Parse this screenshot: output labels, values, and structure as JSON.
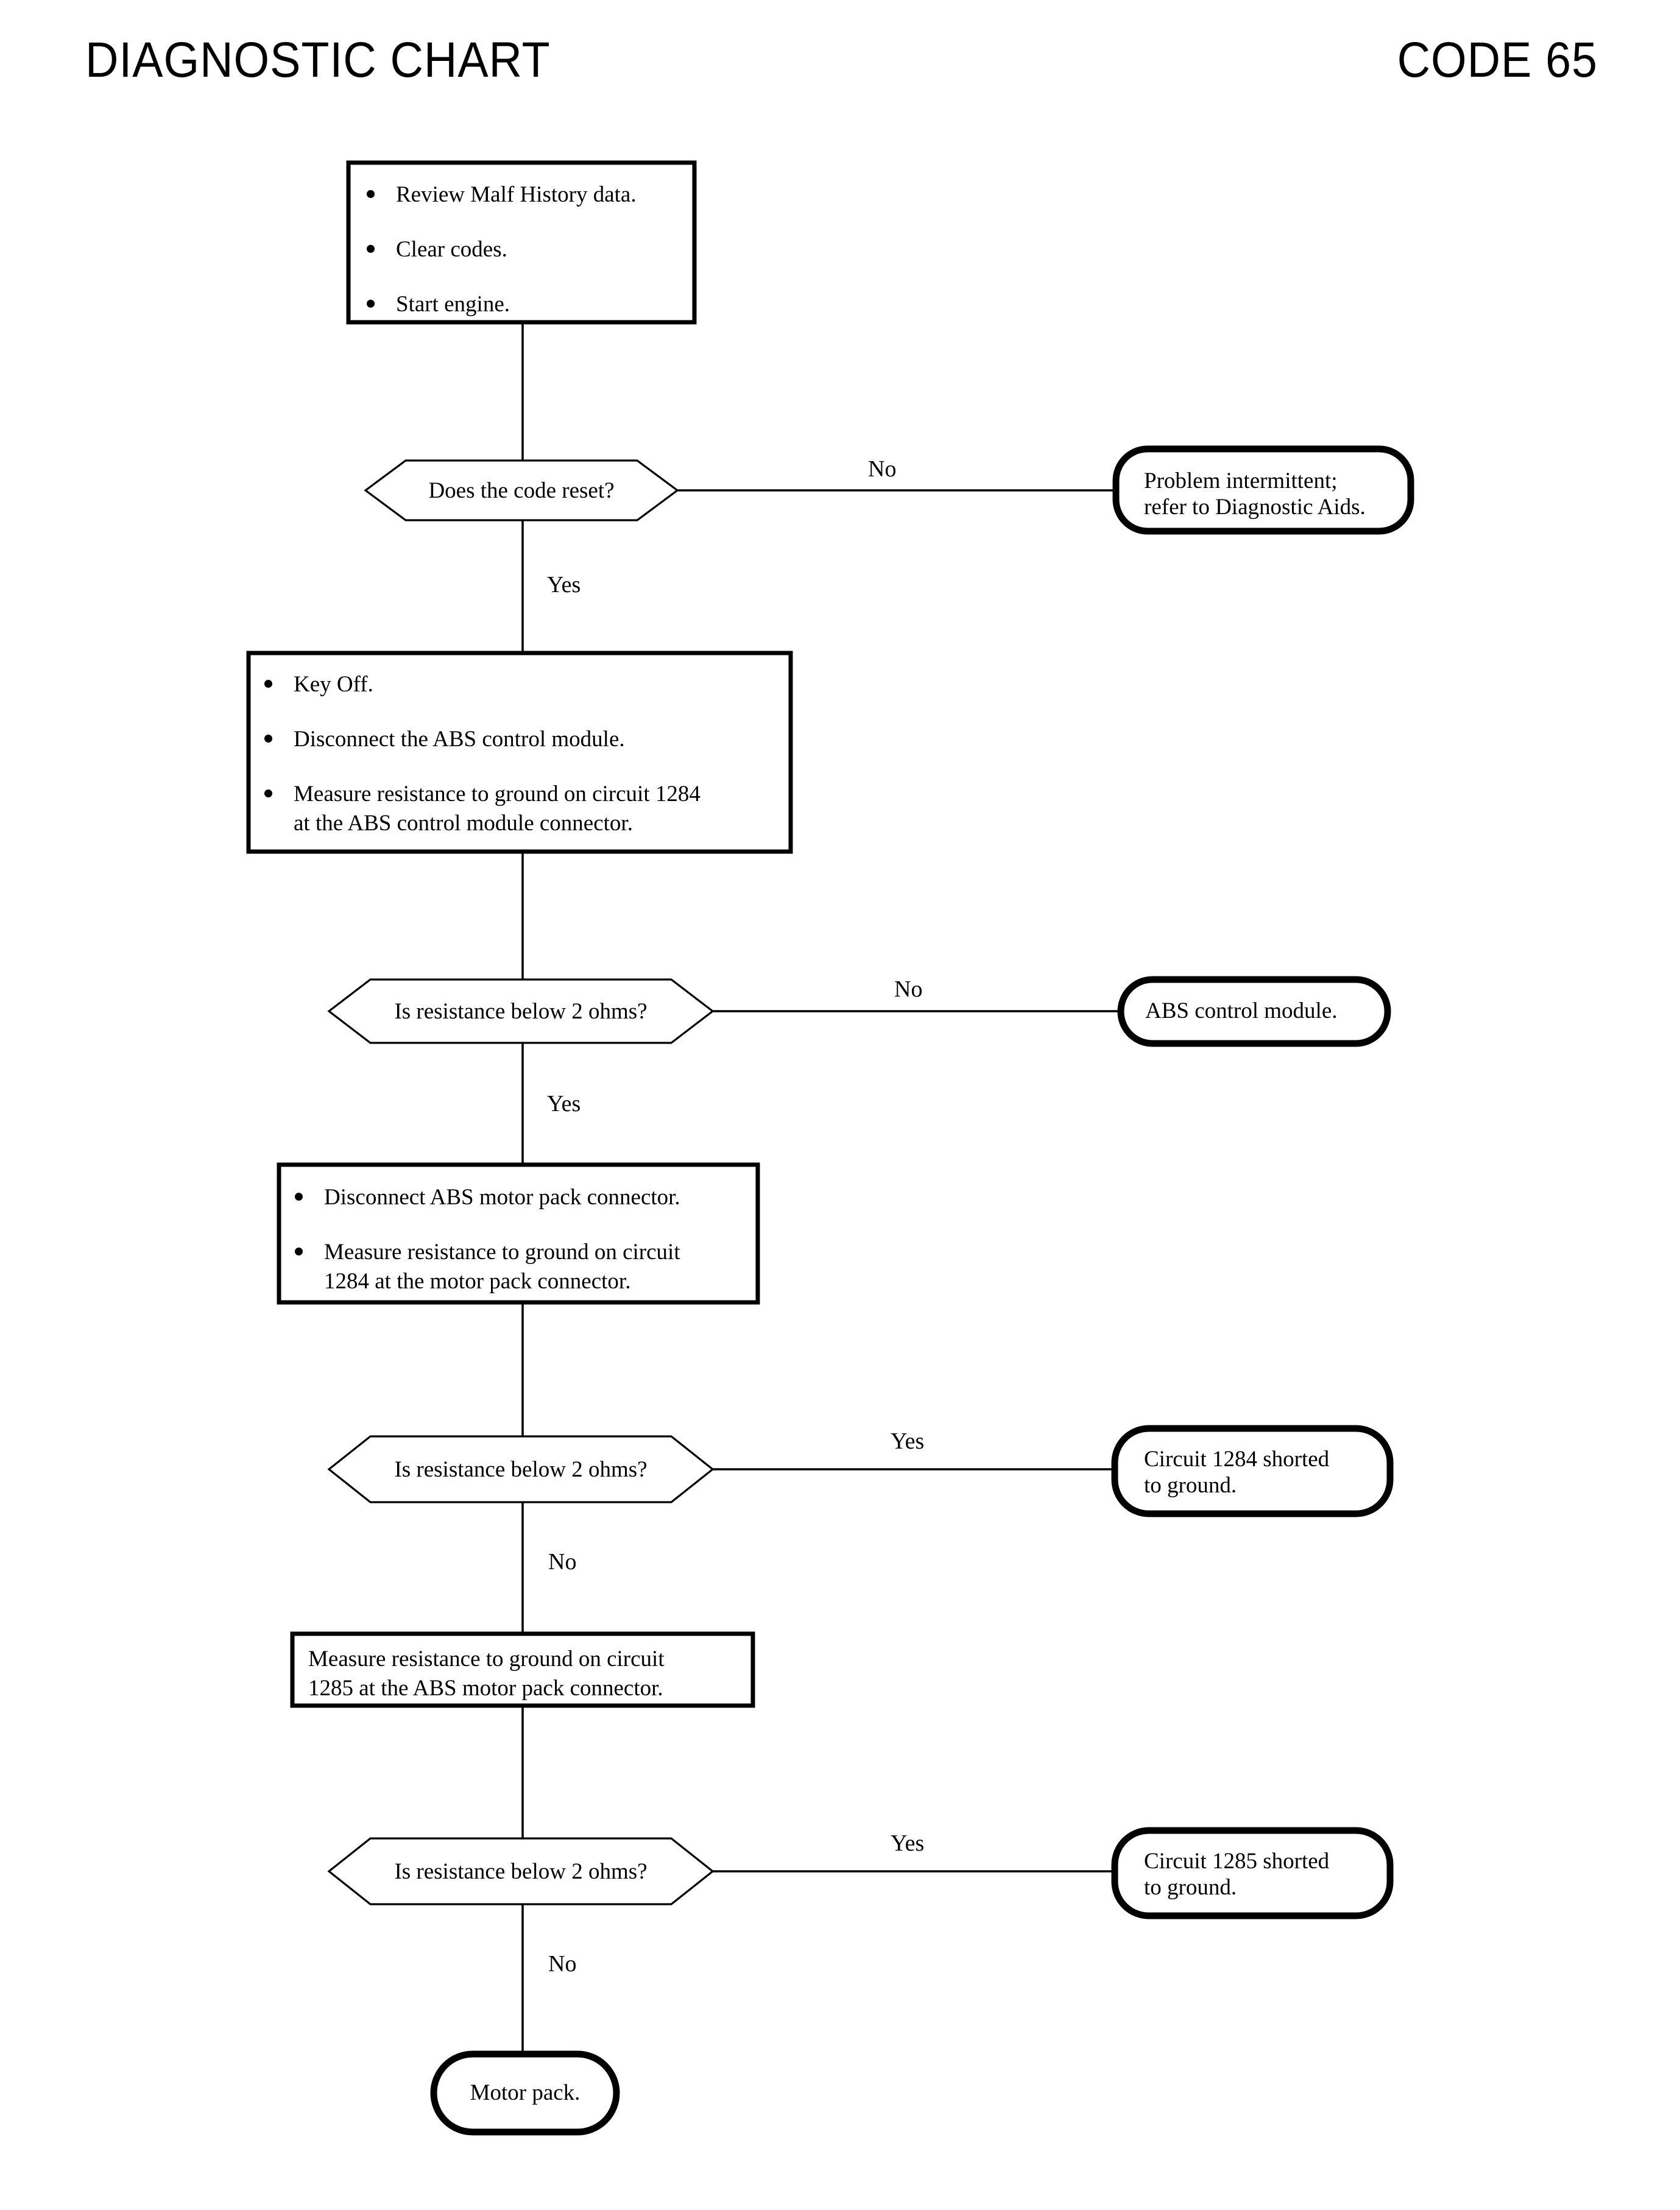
{
  "header": {
    "title": "DIAGNOSTIC CHART",
    "code": "CODE 65"
  },
  "chart_data": {
    "type": "flowchart",
    "title": "DIAGNOSTIC CHART",
    "code": "CODE 65",
    "orientation": "top-to-bottom",
    "nodes": [
      {
        "id": "step1",
        "shape": "process",
        "bullets": [
          "Review Malf History data.",
          "Clear codes.",
          "Start engine."
        ]
      },
      {
        "id": "decision1",
        "shape": "decision",
        "text": "Does the code reset?"
      },
      {
        "id": "terminal1",
        "shape": "terminal",
        "lines": [
          "Problem intermittent;",
          "refer to Diagnostic Aids."
        ]
      },
      {
        "id": "step2",
        "shape": "process",
        "bullets": [
          "Key Off.",
          "Disconnect the ABS control module.",
          "Measure resistance to ground on circuit 1284 at the ABS control module connector."
        ]
      },
      {
        "id": "decision2",
        "shape": "decision",
        "text": "Is resistance below 2 ohms?"
      },
      {
        "id": "terminal2",
        "shape": "terminal",
        "lines": [
          "ABS control module."
        ]
      },
      {
        "id": "step3",
        "shape": "process",
        "bullets": [
          "Disconnect ABS motor pack connector.",
          "Measure resistance to ground on circuit 1284 at the motor pack connector."
        ]
      },
      {
        "id": "decision3",
        "shape": "decision",
        "text": "Is resistance below 2 ohms?"
      },
      {
        "id": "terminal3",
        "shape": "terminal",
        "lines": [
          "Circuit 1284 shorted",
          "to ground."
        ]
      },
      {
        "id": "step4",
        "shape": "process",
        "lines": [
          "Measure resistance to ground on circuit",
          "1285 at the ABS motor pack connector."
        ]
      },
      {
        "id": "decision4",
        "shape": "decision",
        "text": "Is resistance below 2 ohms?"
      },
      {
        "id": "terminal4",
        "shape": "terminal",
        "lines": [
          "Circuit 1285 shorted",
          "to ground."
        ]
      },
      {
        "id": "terminal5",
        "shape": "terminal",
        "lines": [
          "Motor pack."
        ]
      }
    ],
    "edges": [
      {
        "from": "step1",
        "to": "decision1",
        "label": ""
      },
      {
        "from": "decision1",
        "to": "terminal1",
        "label": "No"
      },
      {
        "from": "decision1",
        "to": "step2",
        "label": "Yes"
      },
      {
        "from": "step2",
        "to": "decision2",
        "label": ""
      },
      {
        "from": "decision2",
        "to": "terminal2",
        "label": "No"
      },
      {
        "from": "decision2",
        "to": "step3",
        "label": "Yes"
      },
      {
        "from": "step3",
        "to": "decision3",
        "label": ""
      },
      {
        "from": "decision3",
        "to": "terminal3",
        "label": "Yes"
      },
      {
        "from": "decision3",
        "to": "step4",
        "label": "No"
      },
      {
        "from": "step4",
        "to": "decision4",
        "label": ""
      },
      {
        "from": "decision4",
        "to": "terminal4",
        "label": "Yes"
      },
      {
        "from": "decision4",
        "to": "terminal5",
        "label": "No"
      }
    ],
    "colors": {
      "stroke": "#000000",
      "fill": "#ffffff",
      "text": "#000000"
    }
  },
  "nodes": {
    "step1": {
      "b0": "Review Malf History data.",
      "b1": "Clear codes.",
      "b2": "Start engine."
    },
    "decision1": {
      "text": "Does the code reset?"
    },
    "terminal1": {
      "l0": "Problem intermittent;",
      "l1": "refer to Diagnostic Aids."
    },
    "step2": {
      "b0": "Key Off.",
      "b1": "Disconnect the ABS control module.",
      "b2": "Measure resistance to ground on circuit 1284",
      "b2b": "at the ABS control module connector."
    },
    "decision2": {
      "text": "Is resistance below 2 ohms?"
    },
    "terminal2": {
      "l0": "ABS control module."
    },
    "step3": {
      "b0": "Disconnect ABS motor pack connector.",
      "b1": "Measure resistance to ground on circuit",
      "b1b": "1284 at the motor pack connector."
    },
    "decision3": {
      "text": "Is resistance below 2 ohms?"
    },
    "terminal3": {
      "l0": "Circuit 1284 shorted",
      "l1": "to ground."
    },
    "step4": {
      "l0": "Measure resistance to ground on circuit",
      "l1": "1285 at the ABS motor pack connector."
    },
    "decision4": {
      "text": "Is resistance below 2 ohms?"
    },
    "terminal4": {
      "l0": "Circuit 1285 shorted",
      "l1": "to ground."
    },
    "terminal5": {
      "l0": "Motor pack."
    }
  },
  "branches": {
    "d1_no": "No",
    "d1_yes": "Yes",
    "d2_no": "No",
    "d2_yes": "Yes",
    "d3_yes": "Yes",
    "d3_no": "No",
    "d4_yes": "Yes",
    "d4_no": "No"
  }
}
